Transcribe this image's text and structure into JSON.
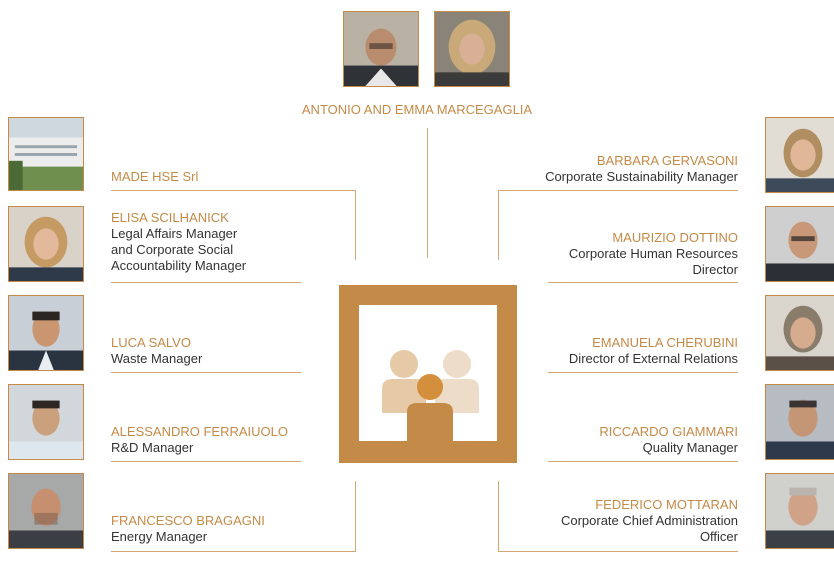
{
  "colors": {
    "accent": "#c48a48",
    "text": "#333333",
    "line": "#d3a774"
  },
  "top": {
    "label": "ANTONIO AND EMMA MARCEGAGLIA",
    "photos": [
      {
        "name": "antonio-photo"
      },
      {
        "name": "emma-photo"
      }
    ]
  },
  "center_icon": "group-of-people-icon",
  "left": [
    {
      "name": "MADE HSE Srl",
      "role": ""
    },
    {
      "name": "ELISA SCILHANICK",
      "role_lines": [
        "Legal Affairs Manager",
        "and Corporate Social",
        "Accountability Manager"
      ]
    },
    {
      "name": "LUCA SALVO",
      "role": "Waste Manager"
    },
    {
      "name": "ALESSANDRO FERRAIUOLO",
      "role": "R&D Manager"
    },
    {
      "name": "FRANCESCO BRAGAGNI",
      "role": "Energy Manager"
    }
  ],
  "right": [
    {
      "name": "BARBARA GERVASONI",
      "role": "Corporate Sustainability Manager"
    },
    {
      "name": "MAURIZIO DOTTINO",
      "role_lines": [
        "Corporate Human Resources",
        "Director"
      ]
    },
    {
      "name": "EMANUELA CHERUBINI",
      "role": "Director of External Relations"
    },
    {
      "name": "RICCARDO GIAMMARI",
      "role": "Quality Manager"
    },
    {
      "name": "FEDERICO MOTTARAN",
      "role_lines": [
        "Corporate Chief Administration",
        "Officer"
      ]
    }
  ]
}
